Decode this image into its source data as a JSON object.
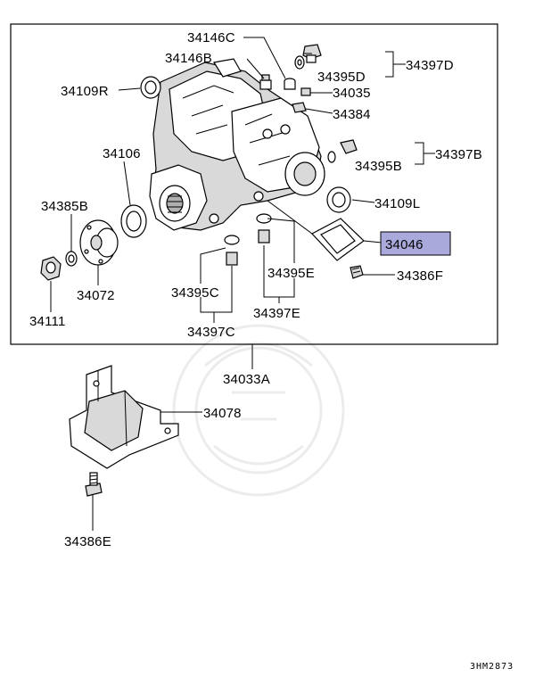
{
  "labels": {
    "p34146C": "34146C",
    "p34146B": "34146B",
    "p34109R": "34109R",
    "p34395D": "34395D",
    "p34397D": "34397D",
    "p34035": "34035",
    "p34384": "34384",
    "p34106": "34106",
    "p34395B": "34395B",
    "p34397B": "34397B",
    "p34385B": "34385B",
    "p34109L": "34109L",
    "p34046": "34046",
    "p34386F": "34386F",
    "p34072": "34072",
    "p34395E": "34395E",
    "p34395C": "34395C",
    "p34397E": "34397E",
    "p34111": "34111",
    "p34397C": "34397C",
    "p34033A": "34033A",
    "p34078": "34078",
    "p34386E": "34386E"
  },
  "highlight_color": "#a9a9dc",
  "diagram_code": "3HM2873"
}
